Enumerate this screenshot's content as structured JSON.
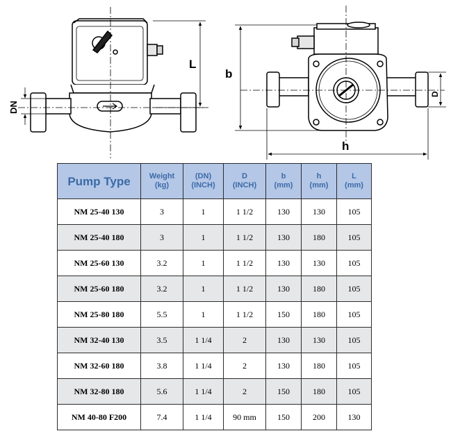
{
  "drawing": {
    "labels": {
      "dn": "DN",
      "l": "L",
      "b": "b",
      "d": "D",
      "h": "h"
    }
  },
  "table": {
    "headers": {
      "pump_type": "Pump Type",
      "weight": [
        "Weight",
        "(kg)"
      ],
      "dn": [
        "(DN)",
        "(INCH)"
      ],
      "d": [
        "D",
        "(INCH)"
      ],
      "b": [
        "b",
        "(mm)"
      ],
      "h": [
        "h",
        "(mm)"
      ],
      "l": [
        "L",
        "(mm)"
      ]
    },
    "rows": [
      {
        "type": "NM 25-40 130",
        "weight": "3",
        "dn": "1",
        "d": "1 1/2",
        "b": "130",
        "h": "130",
        "l": "105"
      },
      {
        "type": "NM 25-40 180",
        "weight": "3",
        "dn": "1",
        "d": "1 1/2",
        "b": "130",
        "h": "180",
        "l": "105"
      },
      {
        "type": "NM 25-60 130",
        "weight": "3.2",
        "dn": "1",
        "d": "1 1/2",
        "b": "130",
        "h": "130",
        "l": "105"
      },
      {
        "type": "NM 25-60 180",
        "weight": "3.2",
        "dn": "1",
        "d": "1 1/2",
        "b": "130",
        "h": "180",
        "l": "105"
      },
      {
        "type": "NM 25-80 180",
        "weight": "5.5",
        "dn": "1",
        "d": "1 1/2",
        "b": "150",
        "h": "180",
        "l": "105"
      },
      {
        "type": "NM 32-40 130",
        "weight": "3.5",
        "dn": "1 1/4",
        "d": "2",
        "b": "130",
        "h": "130",
        "l": "105"
      },
      {
        "type": "NM 32-60 180",
        "weight": "3.8",
        "dn": "1 1/4",
        "d": "2",
        "b": "130",
        "h": "180",
        "l": "105"
      },
      {
        "type": "NM 32-80 180",
        "weight": "5.6",
        "dn": "1 1/4",
        "d": "2",
        "b": "150",
        "h": "180",
        "l": "105"
      },
      {
        "type": "NM 40-80 F200",
        "weight": "7.4",
        "dn": "1 1/4",
        "d": "90 mm",
        "b": "150",
        "h": "200",
        "l": "130"
      }
    ]
  }
}
